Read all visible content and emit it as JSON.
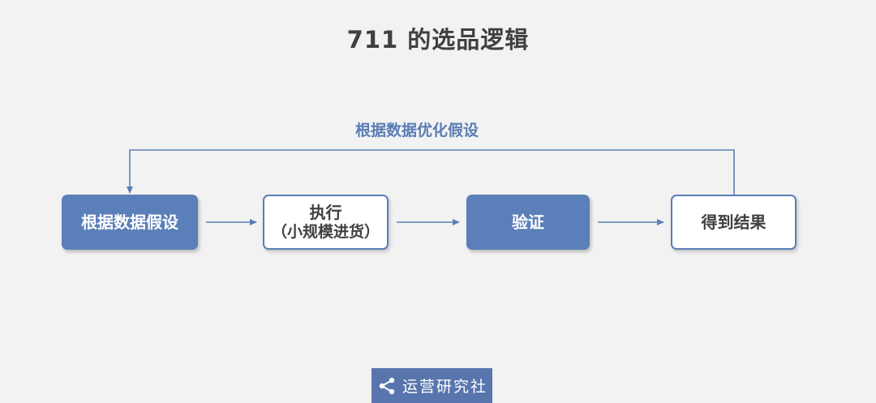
{
  "title": "711 的选品逻辑",
  "feedback_label": "根据数据优化假设",
  "steps": [
    {
      "label": "根据数据假设",
      "sub": ""
    },
    {
      "label": "执行",
      "sub": "（小规模进货）"
    },
    {
      "label": "验证",
      "sub": ""
    },
    {
      "label": "得到结果",
      "sub": ""
    }
  ],
  "logo": {
    "text": "运营研究社",
    "icon": "share-icon"
  },
  "colors": {
    "accent": "#5b7fb8",
    "background": "#f2f2f2",
    "text": "#404040"
  }
}
